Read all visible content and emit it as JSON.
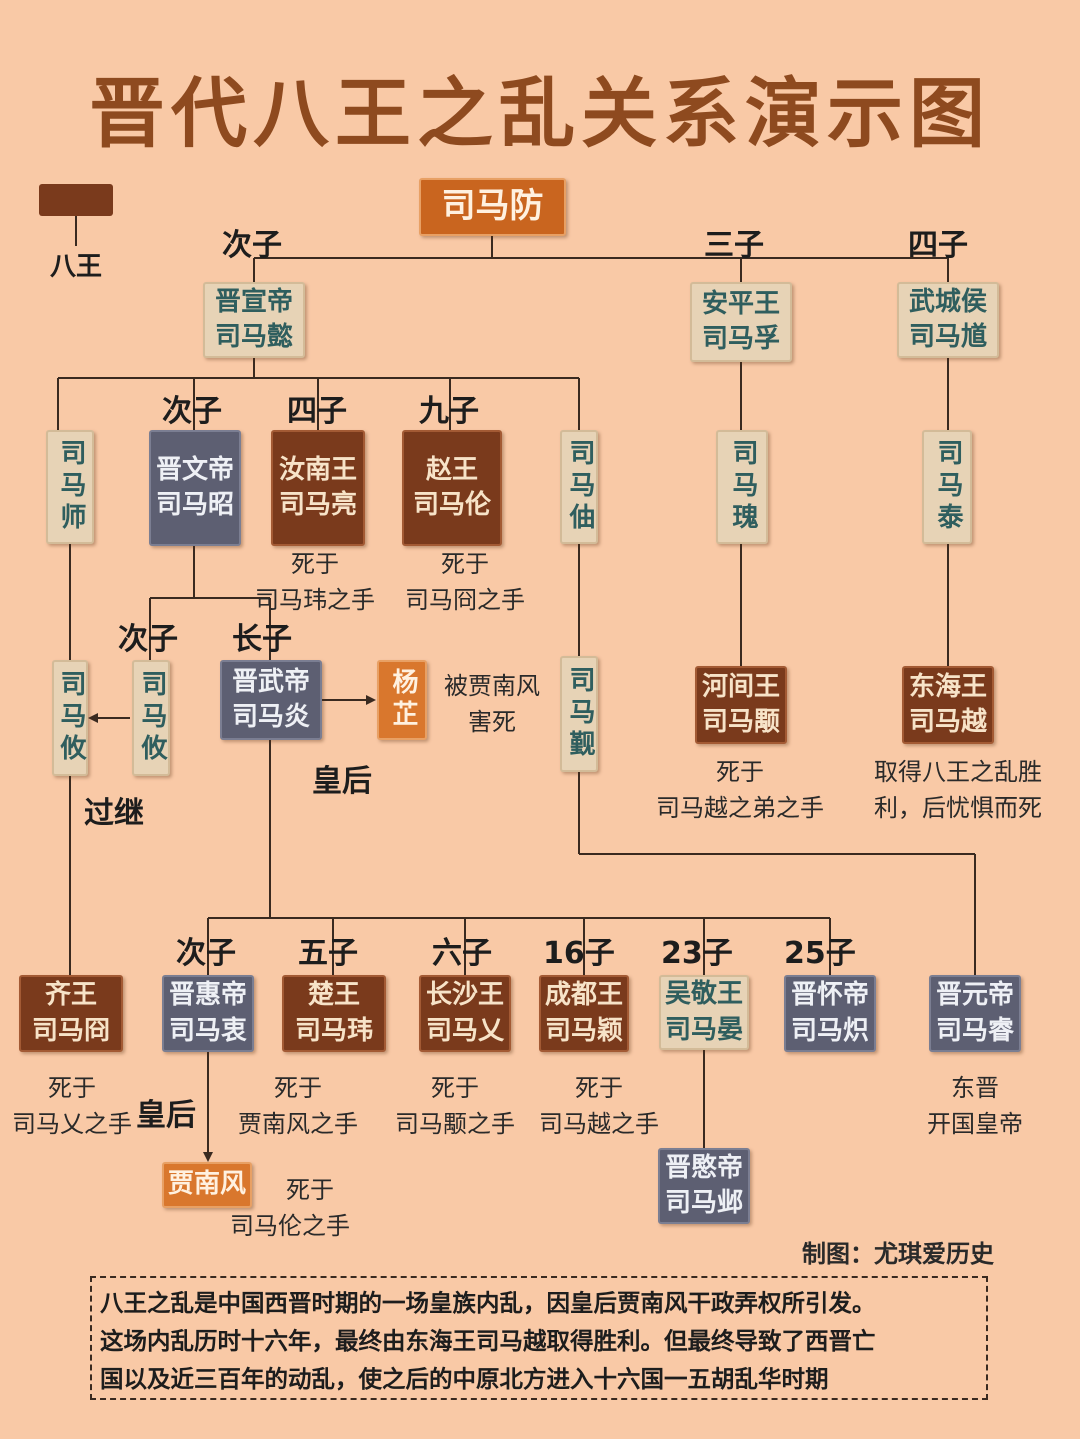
{
  "title": "晋代八王之乱关系演示图",
  "legend": {
    "label": "八王"
  },
  "relations": {
    "ci_zi": "次子",
    "san_zi": "三子",
    "si_zi": "四子",
    "jiu_zi": "九子",
    "zhang_zi": "长子",
    "wu_zi": "五子",
    "liu_zi": "六子",
    "zi_16": "16子",
    "zi_23": "23子",
    "zi_25": "25子",
    "huang_hou": "皇后",
    "guo_ji": "过继"
  },
  "people": {
    "sima_fang": "司马防",
    "sima_yi": [
      "晋宣帝",
      "司马懿"
    ],
    "sima_fu": [
      "安平王",
      "司马孚"
    ],
    "sima_kui": [
      "武城侯",
      "司马馗"
    ],
    "sima_shi": "司马师",
    "sima_zhao": [
      "晋文帝",
      "司马昭"
    ],
    "sima_liang": [
      "汝南王",
      "司马亮"
    ],
    "sima_lun": [
      "赵王",
      "司马伦"
    ],
    "sima_zhou": "司马伷",
    "sima_gui": "司马瑰",
    "sima_tai": "司马泰",
    "sima_you_adopted": "司马攸",
    "sima_you": "司马攸",
    "sima_yan": [
      "晋武帝",
      "司马炎"
    ],
    "yang_zhi": "杨芷",
    "sima_jin": "司马觐",
    "sima_yong": [
      "河间王",
      "司马颙"
    ],
    "sima_yue": [
      "东海王",
      "司马越"
    ],
    "sima_jiong": [
      "齐王",
      "司马冏"
    ],
    "sima_zhong": [
      "晋惠帝",
      "司马衷"
    ],
    "sima_wei": [
      "楚王",
      "司马玮"
    ],
    "sima_yi2": [
      "长沙王",
      "司马乂"
    ],
    "sima_ying": [
      "成都王",
      "司马颖"
    ],
    "sima_yan2": [
      "吴敬王",
      "司马晏"
    ],
    "sima_chi": [
      "晋怀帝",
      "司马炽"
    ],
    "sima_rui": [
      "晋元帝",
      "司马睿"
    ],
    "jia_nanfeng": "贾南风",
    "sima_ye": [
      "晋愍帝",
      "司马邺"
    ]
  },
  "notes": {
    "liang": [
      "死于",
      "司马玮之手"
    ],
    "lun": [
      "死于",
      "司马冏之手"
    ],
    "yang": [
      "被贾南风",
      "害死"
    ],
    "yong": [
      "死于",
      "司马越之弟之手"
    ],
    "yue": [
      "取得八王之乱胜",
      "利，后忧惧而死"
    ],
    "jiong": [
      "死于",
      "司马乂之手"
    ],
    "wei": [
      "死于",
      "贾南风之手"
    ],
    "yi2": [
      "死于",
      "司马颙之手"
    ],
    "ying": [
      "死于",
      "司马越之手"
    ],
    "rui": [
      "东晋",
      "开国皇帝"
    ],
    "jia": [
      "死于",
      "司马伦之手"
    ]
  },
  "credit": "制图：尤琪爱历史",
  "summary": [
    "八王之乱是中国西晋时期的一场皇族内乱，因皇后贾南风干政弄权所引发。",
    "这场内乱历时十六年，最终由东海王司马越取得胜利。但最终导致了西晋亡",
    "国以及近三百年的动乱，使之后的中原北方进入十六国一五胡乱华时期"
  ],
  "colors": {
    "background": "#f9c9a6",
    "title": "#8e4a1f",
    "eight_kings": "#7a3a1c",
    "emperor": "#5d5f72",
    "empress": "#d9772d",
    "other": "#e7d3b6",
    "line": "#3a2a20"
  }
}
